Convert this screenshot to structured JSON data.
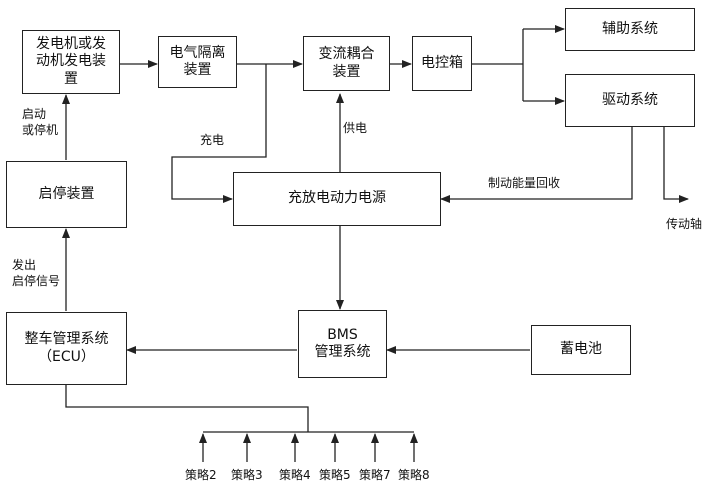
{
  "boxes": {
    "generator": "发电机或发\n动机发电装\n置",
    "isolation": "电气隔离\n装置",
    "coupler": "变流耦合\n装置",
    "electric_box": "电控箱",
    "aux_system": "辅助系统",
    "drive_system": "驱动系统",
    "power_source": "充放电动力电源",
    "start_stop": "启停装置",
    "vcu": "整车管理系统\n（ECU）",
    "bms": "BMS\n管理系统",
    "battery": "蓄电池"
  },
  "labels": {
    "start_stop_cmd": "启动\n或停机",
    "charge": "充电",
    "supply": "供电",
    "regen": "制动能量回收",
    "drive_shaft": "传动轴",
    "send_signal": "发出\n启停信号"
  },
  "strategies": [
    "策略2",
    "策略3",
    "策略4",
    "策略5",
    "策略7",
    "策略8"
  ]
}
